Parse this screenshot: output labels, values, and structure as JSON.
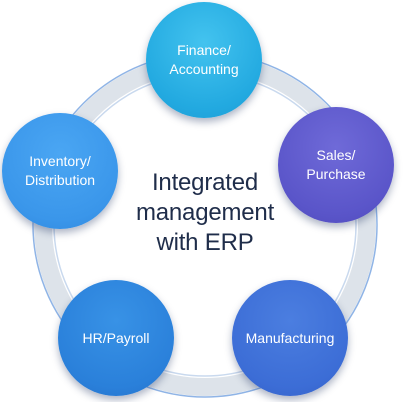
{
  "center": {
    "line1": "Integrated",
    "line2": "management",
    "line3": "with ERP"
  },
  "nodes": {
    "finance": {
      "line1": "Finance/",
      "line2": "Accounting"
    },
    "sales": {
      "line1": "Sales/",
      "line2": "Purchase"
    },
    "manufacturing": {
      "line1": "Manufacturing"
    },
    "hr": {
      "line1": "HR/Payroll"
    },
    "inventory": {
      "line1": "Inventory/",
      "line2": "Distribution"
    }
  },
  "colors": {
    "finance": "#22a9e0",
    "sales": "#5a55c9",
    "manufacturing": "#3c6dd6",
    "hr": "#2a80da",
    "inventory": "#3a96ea",
    "ring": "#dde3ea",
    "ring_outline": "#8fb4e6",
    "title_text": "#1f2d4a"
  }
}
